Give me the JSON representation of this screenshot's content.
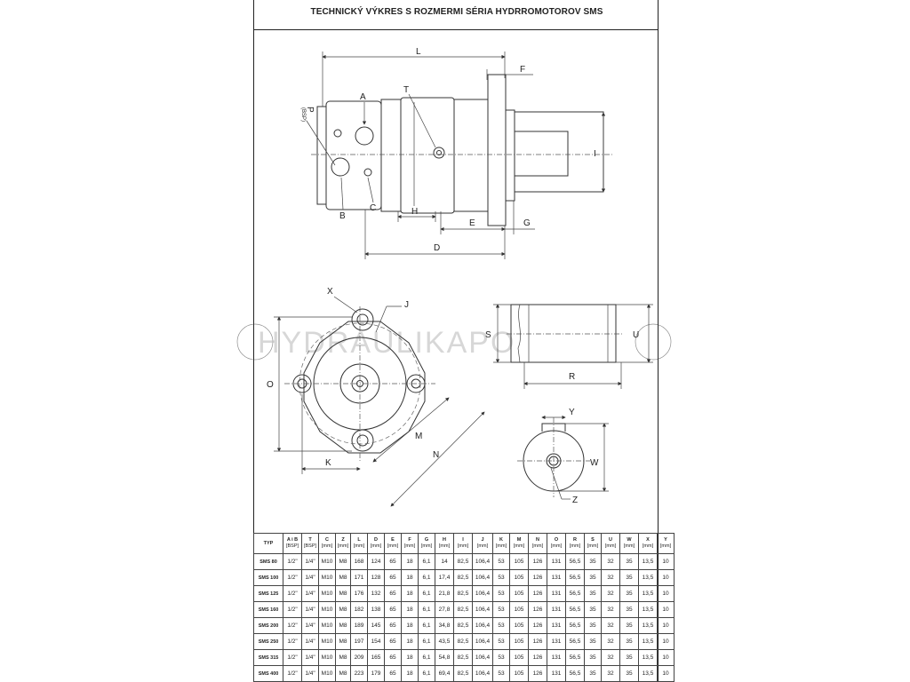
{
  "title": "TECHNICKÝ VÝKRES S ROZMERMI SÉRIA HYDRROMOTOROV SMS",
  "watermark": "HYDRAULIKAPO",
  "dimension_labels": {
    "L": "L",
    "F": "F",
    "T": "T",
    "A": "A",
    "P": "P",
    "P_sub": "(BSP)",
    "I": "I",
    "B": "B",
    "C": "C",
    "H": "H",
    "E": "E",
    "G": "G",
    "D": "D",
    "X": "X",
    "J": "J",
    "O": "O",
    "K": "K",
    "M": "M",
    "N": "N",
    "S": "S",
    "U": "U",
    "R": "R",
    "Y": "Y",
    "W": "W",
    "Z": "Z"
  },
  "table": {
    "columns": [
      {
        "label": "TYP",
        "unit": ""
      },
      {
        "label": "A i B",
        "unit": "[BSP]"
      },
      {
        "label": "T",
        "unit": "[BSP]"
      },
      {
        "label": "C",
        "unit": "[mm]"
      },
      {
        "label": "Z",
        "unit": "[mm]"
      },
      {
        "label": "L",
        "unit": "[mm]"
      },
      {
        "label": "D",
        "unit": "[mm]"
      },
      {
        "label": "E",
        "unit": "[mm]"
      },
      {
        "label": "F",
        "unit": "[mm]"
      },
      {
        "label": "G",
        "unit": "[mm]"
      },
      {
        "label": "H",
        "unit": "[mm]"
      },
      {
        "label": "I",
        "unit": "[mm]"
      },
      {
        "label": "J",
        "unit": "[mm]"
      },
      {
        "label": "K",
        "unit": "[mm]"
      },
      {
        "label": "M",
        "unit": "[mm]"
      },
      {
        "label": "N",
        "unit": "[mm]"
      },
      {
        "label": "O",
        "unit": "[mm]"
      },
      {
        "label": "R",
        "unit": "[mm]"
      },
      {
        "label": "S",
        "unit": "[mm]"
      },
      {
        "label": "U",
        "unit": "[mm]"
      },
      {
        "label": "W",
        "unit": "[mm]"
      },
      {
        "label": "X",
        "unit": "[mm]"
      },
      {
        "label": "Y",
        "unit": "[mm]"
      }
    ],
    "rows": [
      [
        "SMS 80",
        "1/2\"",
        "1/4\"",
        "M10",
        "M8",
        "168",
        "124",
        "65",
        "18",
        "6,1",
        "14",
        "82,5",
        "106,4",
        "53",
        "105",
        "126",
        "131",
        "56,5",
        "35",
        "32",
        "35",
        "13,5",
        "10"
      ],
      [
        "SMS 100",
        "1/2\"",
        "1/4\"",
        "M10",
        "M8",
        "171",
        "128",
        "65",
        "18",
        "6,1",
        "17,4",
        "82,5",
        "106,4",
        "53",
        "105",
        "126",
        "131",
        "56,5",
        "35",
        "32",
        "35",
        "13,5",
        "10"
      ],
      [
        "SMS 125",
        "1/2\"",
        "1/4\"",
        "M10",
        "M8",
        "176",
        "132",
        "65",
        "18",
        "6,1",
        "21,8",
        "82,5",
        "106,4",
        "53",
        "105",
        "126",
        "131",
        "56,5",
        "35",
        "32",
        "35",
        "13,5",
        "10"
      ],
      [
        "SMS 160",
        "1/2\"",
        "1/4\"",
        "M10",
        "M8",
        "182",
        "138",
        "65",
        "18",
        "6,1",
        "27,8",
        "82,5",
        "106,4",
        "53",
        "105",
        "126",
        "131",
        "56,5",
        "35",
        "32",
        "35",
        "13,5",
        "10"
      ],
      [
        "SMS 200",
        "1/2\"",
        "1/4\"",
        "M10",
        "M8",
        "189",
        "145",
        "65",
        "18",
        "6,1",
        "34,8",
        "82,5",
        "106,4",
        "53",
        "105",
        "126",
        "131",
        "56,5",
        "35",
        "32",
        "35",
        "13,5",
        "10"
      ],
      [
        "SMS 250",
        "1/2\"",
        "1/4\"",
        "M10",
        "M8",
        "197",
        "154",
        "65",
        "18",
        "6,1",
        "43,5",
        "82,5",
        "106,4",
        "53",
        "105",
        "126",
        "131",
        "56,5",
        "35",
        "32",
        "35",
        "13,5",
        "10"
      ],
      [
        "SMS 315",
        "1/2\"",
        "1/4\"",
        "M10",
        "M8",
        "209",
        "165",
        "65",
        "18",
        "6,1",
        "54,8",
        "82,5",
        "106,4",
        "53",
        "105",
        "126",
        "131",
        "56,5",
        "35",
        "32",
        "35",
        "13,5",
        "10"
      ],
      [
        "SMS 400",
        "1/2\"",
        "1/4\"",
        "M10",
        "M8",
        "223",
        "179",
        "65",
        "18",
        "6,1",
        "69,4",
        "82,5",
        "106,4",
        "53",
        "105",
        "126",
        "131",
        "56,5",
        "35",
        "32",
        "35",
        "13,5",
        "10"
      ]
    ]
  }
}
